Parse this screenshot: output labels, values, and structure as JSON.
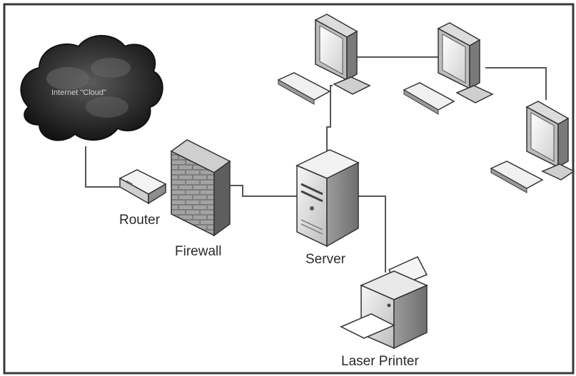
{
  "labels": {
    "cloud": "Internet \"Cloud\"",
    "router": "Router",
    "firewall": "Firewall",
    "server": "Server",
    "printer": "Laser Printer"
  },
  "colors": {
    "frame": "#3a3a3a",
    "line": "#555555",
    "cloud": "#2b2b2b",
    "device_light": "#e6e6e6",
    "device_dark": "#9a9a9a",
    "brick": "#8a8a8a"
  },
  "icons": [
    "cloud-icon",
    "router-icon",
    "firewall-icon",
    "server-icon",
    "printer-icon",
    "monitor-icon",
    "keyboard-icon"
  ]
}
